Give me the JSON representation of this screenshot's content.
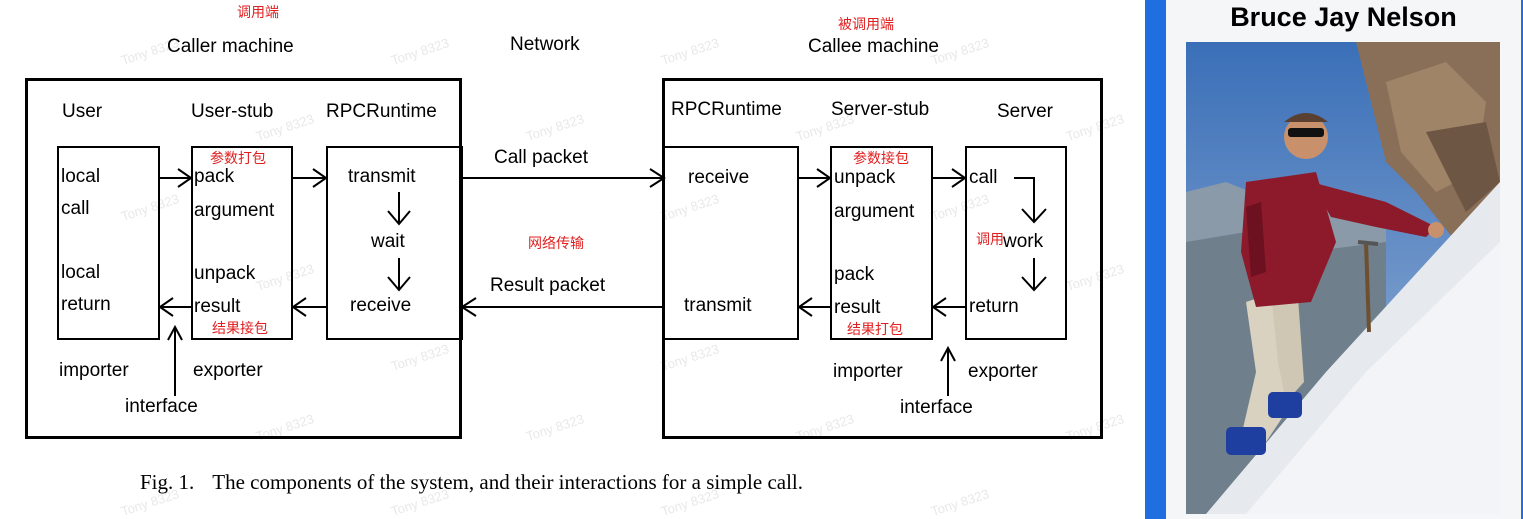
{
  "caller": {
    "annotation": "调用端",
    "title": "Caller machine",
    "user_label": "User",
    "stub_label": "User-stub",
    "runtime_label": "RPCRuntime",
    "user_box": {
      "line1": "local",
      "line2": "call",
      "line3": "local",
      "line4": "return"
    },
    "stub_box": {
      "note_top": "参数打包",
      "line1": "pack",
      "line2": "argument",
      "line3": "unpack",
      "line4": "result",
      "note_bottom": "结果接包"
    },
    "runtime_box": {
      "line1": "transmit",
      "line2": "wait",
      "line3": "receive"
    },
    "importer": "importer",
    "exporter": "exporter",
    "interface": "interface"
  },
  "network": {
    "title": "Network",
    "call_packet": "Call packet",
    "transport_note": "网络传输",
    "result_packet": "Result packet"
  },
  "callee": {
    "annotation": "被调用端",
    "title": "Callee machine",
    "runtime_label": "RPCRuntime",
    "stub_label": "Server-stub",
    "server_label": "Server",
    "runtime_box": {
      "line1": "receive",
      "line2": "transmit"
    },
    "stub_box": {
      "note_top": "参数接包",
      "line1": "unpack",
      "line2": "argument",
      "line3": "pack",
      "line4": "result",
      "note_bottom": "结果打包"
    },
    "server_box": {
      "line1": "call",
      "note": "调用",
      "line2": "work",
      "line3": "return"
    },
    "importer": "importer",
    "exporter": "exporter",
    "interface": "interface"
  },
  "caption": {
    "fig": "Fig. 1.",
    "text": "The components of the system, and their interactions for a simple call."
  },
  "panel": {
    "title": "Bruce Jay Nelson",
    "accent": "#1f6fe0"
  },
  "watermark": "Tony 8323"
}
